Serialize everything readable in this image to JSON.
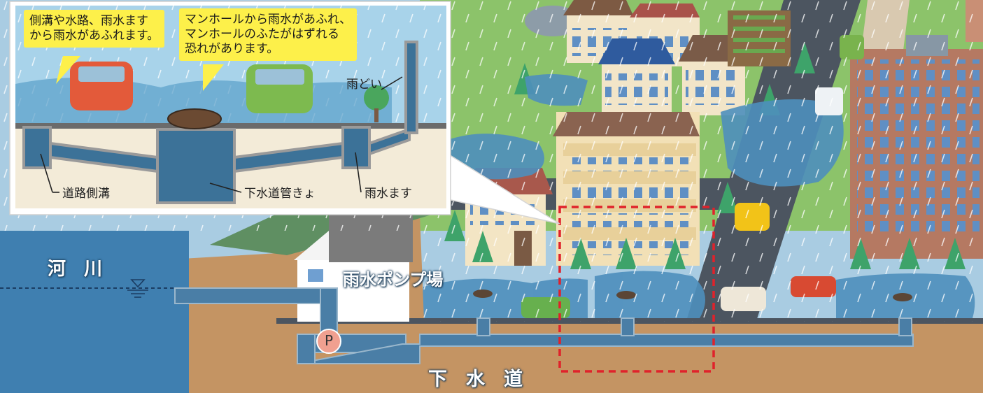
{
  "labels": {
    "river": "河　川",
    "pump_station": "雨水ポンプ場",
    "pump_symbol": "P",
    "sewer": "下　水　道"
  },
  "inset": {
    "bubble_side_ditch_lines": [
      "側溝や水路、雨水ます",
      "から雨水があふれます。"
    ],
    "bubble_manhole_lines": [
      "マンホールから雨水があふれ、",
      "マンホールのふたがはずれる",
      "恐れがあります。"
    ],
    "label_downspout": "雨どい",
    "label_road_gutter": "道路側溝",
    "label_sewer_pipe": "下水道管きょ",
    "label_catch_basin": "雨水ます"
  },
  "colors": {
    "rain_sky": "#9fc8e2",
    "water": "#3e7fad",
    "ground": "#c49463",
    "pipe": "#4a7ea6",
    "highlight_box": "#e0222b",
    "bubble": "#fdf04a",
    "pump_circle": "#f0a090"
  }
}
